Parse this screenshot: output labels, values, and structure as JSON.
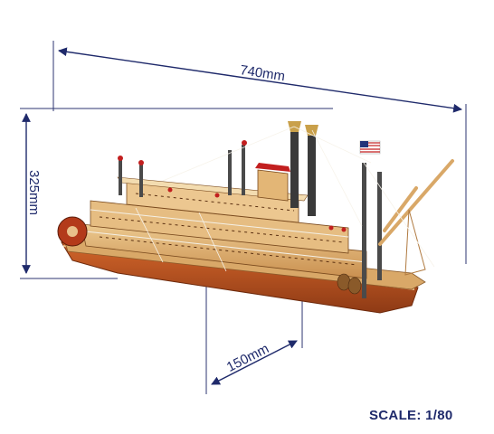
{
  "dimensions": {
    "length_label": "740mm",
    "height_label": "325mm",
    "width_label": "150mm"
  },
  "scale_label": "SCALE: 1/80",
  "colors": {
    "dimension_line": "#1f2a6b",
    "guide_line": "#2c3570",
    "hull": "#b8501f",
    "wood_light": "#e2b77a",
    "smokestack": "#3a3a3a",
    "trim_red": "#c21f1f"
  }
}
